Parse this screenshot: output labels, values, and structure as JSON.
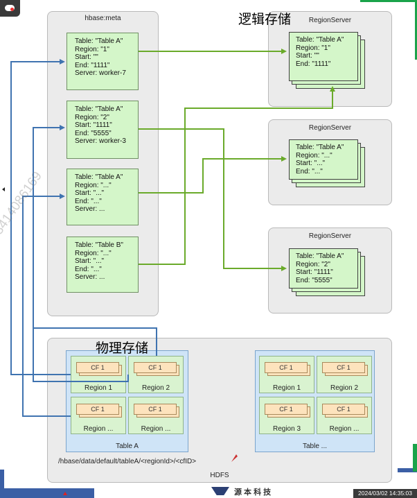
{
  "meta_panel": {
    "title": "hbase:meta",
    "entries": [
      {
        "text": "Table: \"Table A\"\nRegion: \"1\"\nStart: \"\"\nEnd: \"1111\"\nServer: worker-7"
      },
      {
        "text": "Table: \"Table A\"\nRegion: \"2\"\nStart: \"1111\"\nEnd: \"5555\"\nServer: worker-3"
      },
      {
        "text": "Table: \"Table A\"\nRegion: \"...\"\nStart: \"...\"\nEnd: \"...\"\nServer: ..."
      },
      {
        "text": "Table: \"Table B\"\nRegion: \"...\"\nStart: \"...\"\nEnd: \"...\"\nServer: ..."
      }
    ]
  },
  "annotations": {
    "logical_storage": "逻辑存储",
    "physical_storage": "物理存储"
  },
  "watermark": "3414086169",
  "region_servers": [
    {
      "title": "RegionServer",
      "card": "Table: \"Table A\"\nRegion: \"1\"\nStart: \"\"\nEnd: \"1111\""
    },
    {
      "title": "RegionServer",
      "card": "Table: \"Table A\"\nRegion: \"...\"\nStart: \"...\"\nEnd: \"...\""
    },
    {
      "title": "RegionServer",
      "card": "Table: \"Table A\"\nRegion: \"2\"\nStart: \"1111\"\nEnd: \"5555\""
    }
  ],
  "hdfs": {
    "label": "HDFS",
    "path": "/hbase/data/default/tableA/<regionId>/<cfID>",
    "tables": [
      {
        "name": "Table A",
        "regions": [
          {
            "cf": "CF 1",
            "name": "Region 1"
          },
          {
            "cf": "CF 1",
            "name": "Region 2"
          },
          {
            "cf": "CF 1",
            "name": "Region ..."
          },
          {
            "cf": "CF 1",
            "name": "Region ..."
          }
        ]
      },
      {
        "name": "Table ...",
        "regions": [
          {
            "cf": "CF 1",
            "name": "Region 1"
          },
          {
            "cf": "CF 1",
            "name": "Region 2"
          },
          {
            "cf": "CF 1",
            "name": "Region 3"
          },
          {
            "cf": "CF 1",
            "name": "Region ..."
          }
        ]
      }
    ]
  },
  "footer": {
    "brand": "源 本 科 技",
    "timestamp": "2024/03/02 14:35:03"
  },
  "colors": {
    "green_arrow": "#6aaa2a",
    "blue_arrow": "#3f73b0",
    "card_fill": "#d4f6c9",
    "accent_green": "#1aa34a"
  }
}
